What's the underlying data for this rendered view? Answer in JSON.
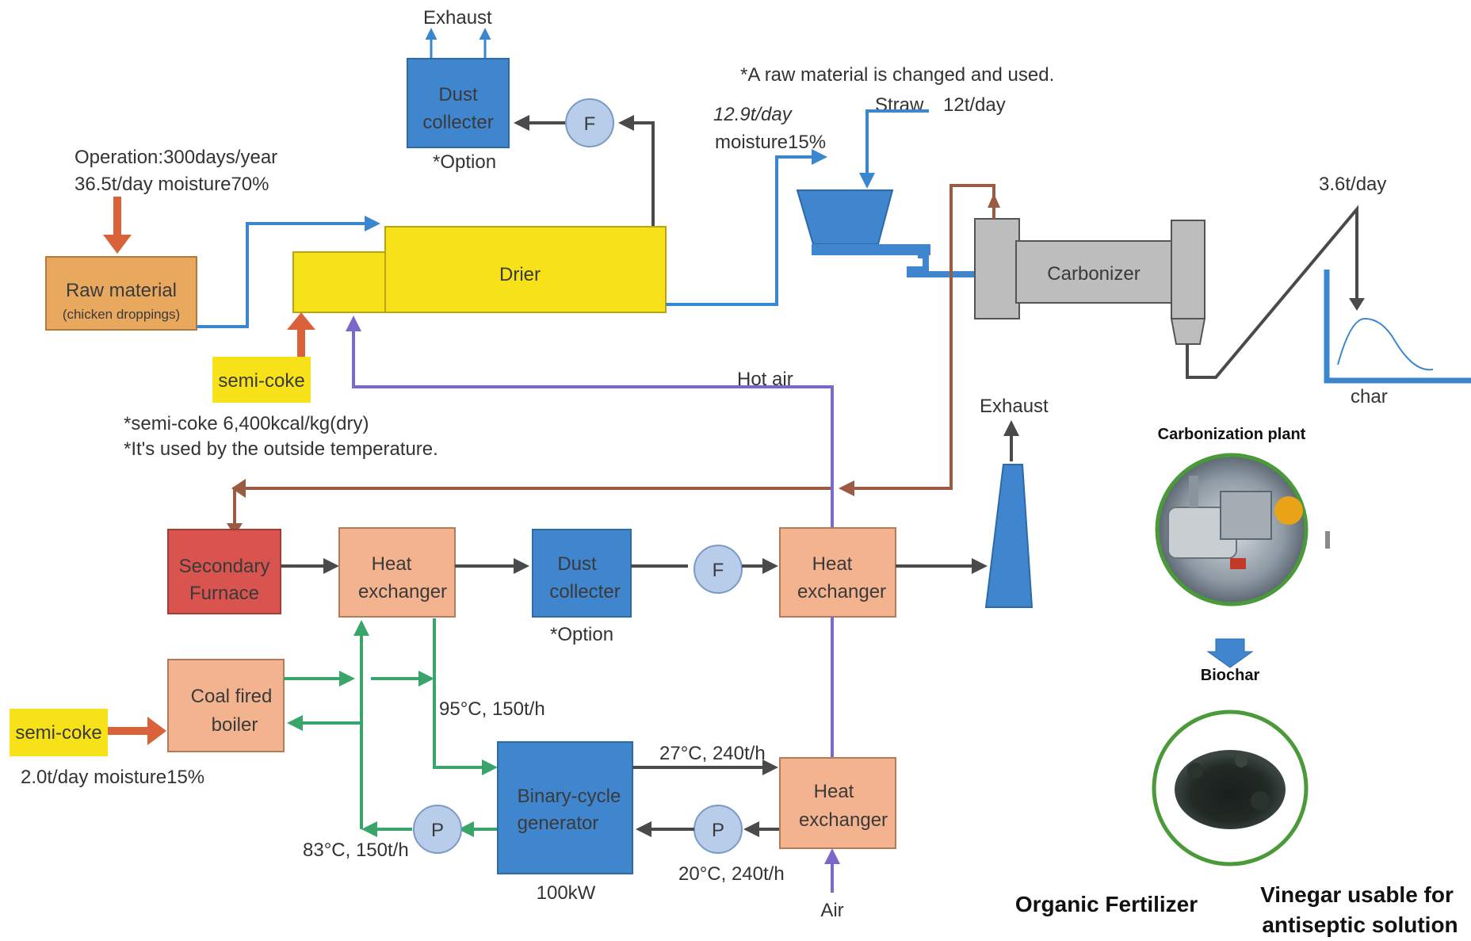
{
  "colors": {
    "blue_line": "#3a87cf",
    "green_line": "#3aa56a",
    "purple_line": "#7b68c8",
    "brown_line": "#9a5a44",
    "dark_line": "#4a4a4a",
    "orange_arrow": "#d9623a",
    "box_orange": "#f3b38f",
    "box_tan": "#e8a95f",
    "box_blue": "#3f86cf",
    "box_red": "#d9534f",
    "box_yellow": "#f7e21a",
    "fan_fill": "#b7cdea",
    "gray_unit": "#bdbdbd"
  },
  "boxes": {
    "dust_top": [
      "Dust",
      "collecter"
    ],
    "drier": "Drier",
    "raw_material": "Raw material",
    "raw_material_sub": "(chicken droppings)",
    "semi_coke_top": "semi-coke",
    "carbonizer": "Carbonizer",
    "secondary_furnace": [
      "Secondary",
      "Furnace"
    ],
    "heat_ex_1": [
      "Heat",
      "exchanger"
    ],
    "dust_mid": [
      "Dust",
      "collecter"
    ],
    "heat_ex_2": [
      "Heat",
      "exchanger"
    ],
    "coal_boiler": [
      "Coal fired",
      "boiler"
    ],
    "semi_coke_bottom": "semi-coke",
    "binary": [
      "Binary-cycle",
      "generator"
    ],
    "heat_ex_3": [
      "Heat",
      "exchanger"
    ]
  },
  "fans": {
    "f": "F",
    "p": "P"
  },
  "labels": {
    "exhaust_top": "Exhaust",
    "option_top": "*Option",
    "raw_note": "*A raw material is changed and used.",
    "feed_rate": "12.9t/day",
    "feed_moisture": "moisture15%",
    "straw": "Straw",
    "straw_rate": "12t/day",
    "operation": "Operation:300days/year",
    "raw_rate": "36.5t/day  moisture70%",
    "char_rate": "3.6t/day",
    "char": "char",
    "hot_air": "Hot air",
    "exhaust_mid": "Exhaust",
    "semi_coke_note_1": "*semi-coke 6,400kcal/kg(dry)",
    "semi_coke_note_2": "*It's used by the outside temperature.",
    "option_mid": "*Option",
    "temp_95": "95°C, 150t/h",
    "temp_27": "27°C, 240t/h",
    "temp_83": "83°C, 150t/h",
    "temp_20": "20°C, 240t/h",
    "power": "100kW",
    "coke_rate": "2.0t/day  moisture15%",
    "air": "Air"
  },
  "side_panel": {
    "carbonization_plant": "Carbonization plant",
    "biochar": "Biochar",
    "organic_fertilizer": "Organic Fertilizer",
    "vinegar_line1": "Vinegar usable for",
    "vinegar_line2": "antiseptic solution"
  }
}
